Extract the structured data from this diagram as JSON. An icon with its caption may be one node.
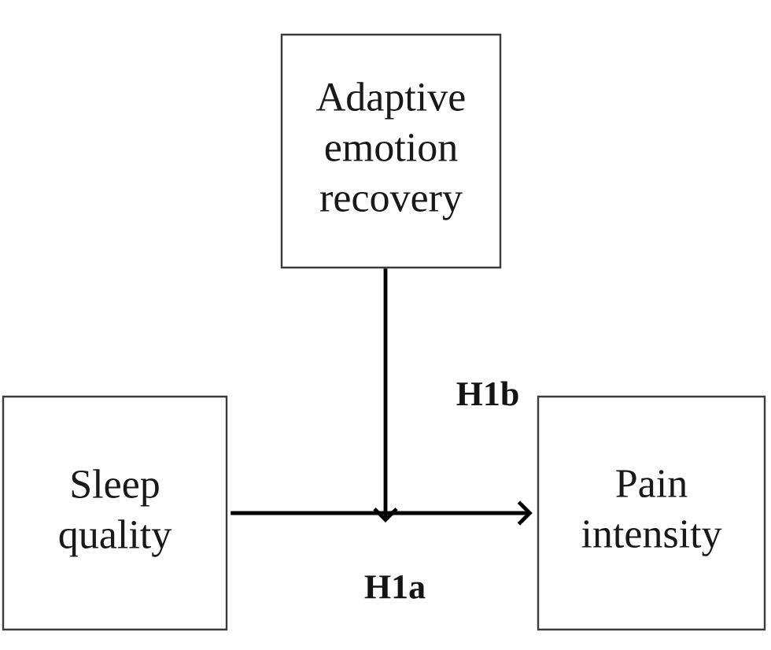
{
  "diagram": {
    "nodes": [
      {
        "text": [
          "Adaptive emotion recovery"
        ]
      },
      {
        "text": [
          "Sleep quality"
        ]
      },
      {
        "text": [
          "Pain intensity"
        ]
      }
    ],
    "edges": [
      {
        "from": 1,
        "to": 2,
        "arrow": "to",
        "label": "H1a"
      },
      {
        "from": 0,
        "to": null,
        "arrow": "to",
        "label": "H1b"
      }
    ]
  }
}
